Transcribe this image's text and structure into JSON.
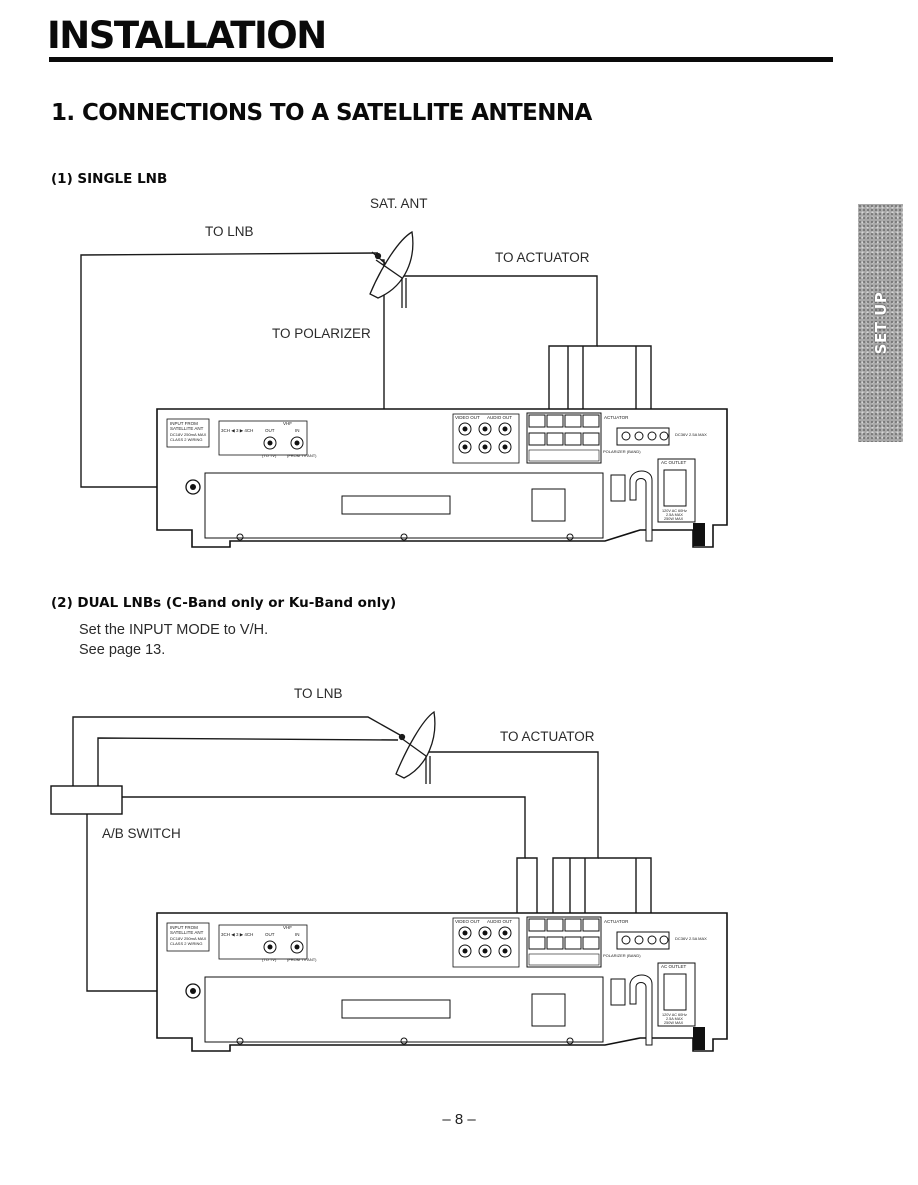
{
  "header": {
    "title": "INSTALLATION"
  },
  "section": {
    "heading": "1. CONNECTIONS TO A SATELLITE ANTENNA"
  },
  "side_tab": {
    "label": "SET UP"
  },
  "single_lnb": {
    "heading": "(1) SINGLE LNB",
    "labels": {
      "sat_ant": "SAT. ANT",
      "to_lnb": "TO LNB",
      "to_actuator": "TO ACTUATOR",
      "to_polarizer": "TO POLARIZER"
    }
  },
  "dual_lnb": {
    "heading": "(2) DUAL LNBs (C-Band only or Ku-Band only)",
    "instruction_1": "Set the INPUT MODE to V/H.",
    "instruction_2": "See page 13.",
    "labels": {
      "to_lnb": "TO LNB",
      "to_actuator": "TO ACTUATOR",
      "ab_switch": "A/B SWITCH"
    }
  },
  "receiver_panel": {
    "input_from": "INPUT FROM",
    "satellite_ant": "SATELLITE ANT",
    "dc_rating": "DC18V 250mA MAX",
    "class2": "CLASS 2 WIRING",
    "ch_select": "3CH ◀ 3 ▶ 4CH",
    "vhf": "VHF",
    "out": "OUT",
    "in": "IN",
    "to_tv": "(TO TV)",
    "from_tv_ant": "(FROM TV ANT)",
    "video_out": "VIDEO OUT",
    "audio_out": "AUDIO OUT",
    "actuator": "ACTUATOR",
    "polarizer": "POLARIZER (BAND)",
    "ac_outlet": "AC OUTLET",
    "dc36v": "DC36V 2.5A MAX",
    "ac_rating": "120V AC 60Hz",
    "ac_amps": "2.5A MAX",
    "ac_watts": "250W MAX"
  },
  "footer": {
    "page_number": "– 8 –"
  }
}
